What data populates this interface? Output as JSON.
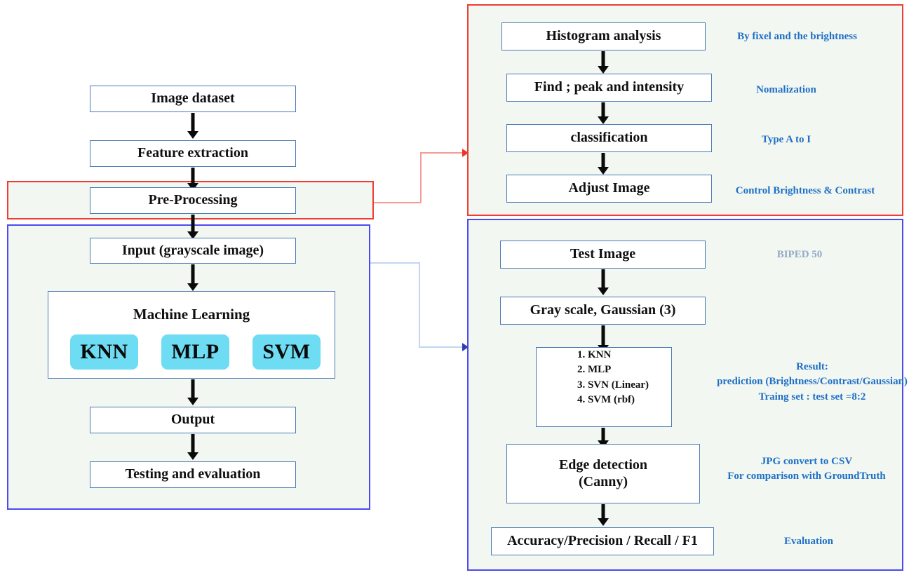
{
  "diagram": {
    "title": "Image processing and machine learning pipeline flowchart",
    "colors": {
      "panel_fill": "#f2f7f1",
      "red_border": "#f03c33",
      "blue_border": "#4b4bf0",
      "box_border": "#4a7ab5",
      "chip_fill": "#6edcf3",
      "annotation_blue": "#1f70c6",
      "annotation_muted": "#93aac6",
      "arrow_black": "#0a0a0a"
    }
  },
  "main_flow": {
    "boxes": [
      {
        "label": "Image dataset"
      },
      {
        "label": "Feature extraction"
      },
      {
        "label": "Pre-Processing"
      },
      {
        "label": "Input (grayscale image)"
      },
      {
        "label": "Output"
      },
      {
        "label": "Testing and evaluation"
      }
    ],
    "machine_learning": {
      "title": "Machine Learning",
      "chips": [
        {
          "label": "KNN"
        },
        {
          "label": "MLP"
        },
        {
          "label": "SVM"
        }
      ]
    }
  },
  "preprocessing_panel": {
    "boxes": [
      {
        "label": "Histogram analysis"
      },
      {
        "label": "Find ; peak and intensity"
      },
      {
        "label": "classification"
      },
      {
        "label": "Adjust Image"
      }
    ],
    "annotations": [
      {
        "text": "By fixel and the brightness"
      },
      {
        "text": "Nomalization"
      },
      {
        "text": "Type A to I"
      },
      {
        "text": "Control Brightness & Contrast"
      }
    ]
  },
  "testing_panel": {
    "boxes": [
      {
        "label": "Test Image"
      },
      {
        "label": "Gray scale, Gaussian (3)"
      }
    ],
    "method_list": {
      "items": [
        "1. KNN",
        "2. MLP",
        "3. SVN (Linear)",
        "4. SVM (rbf)"
      ]
    },
    "edge_box": {
      "line1": "Edge detection",
      "line2": "(Canny)"
    },
    "metrics_box": {
      "label": "Accuracy/Precision / Recall / F1"
    },
    "annotations": {
      "dataset": "BIPED 50",
      "result_line1": "Result:",
      "result_line2": "prediction (Brightness/Contrast/Gaussian)",
      "result_line3": "Traing set : test set =8:2",
      "convert_line1": "JPG convert to CSV",
      "convert_line2": "For comparison with GroundTruth",
      "evaluation": "Evaluation"
    }
  }
}
